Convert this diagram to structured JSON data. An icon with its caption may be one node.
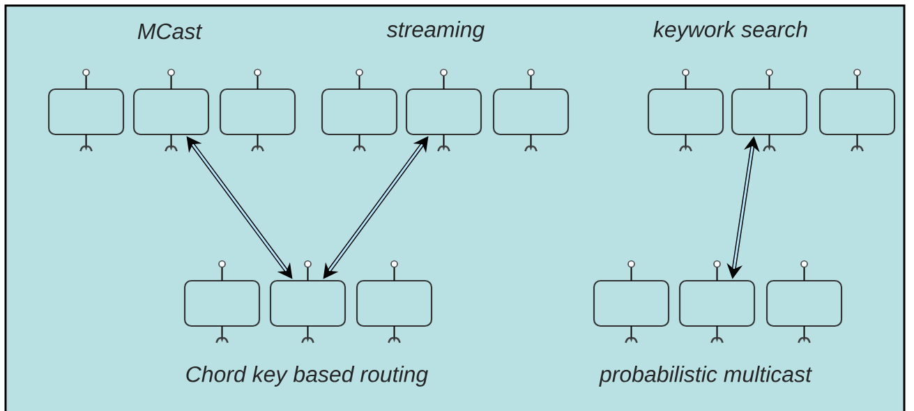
{
  "diagram": {
    "nodes": [
      {
        "text": [],
        "shape": "box"
      },
      {
        "text": [],
        "shape": "box"
      },
      {
        "text": [],
        "shape": "box"
      },
      {
        "text": [],
        "shape": "box"
      },
      {
        "text": [],
        "shape": "box"
      },
      {
        "text": [],
        "shape": "box"
      },
      {
        "text": [],
        "shape": "box"
      },
      {
        "text": [],
        "shape": "box"
      },
      {
        "text": [],
        "shape": "box"
      },
      {
        "text": [],
        "shape": "box"
      },
      {
        "text": [],
        "shape": "box"
      },
      {
        "text": [],
        "shape": "box"
      },
      {
        "text": [],
        "shape": "box"
      },
      {
        "text": [],
        "shape": "box"
      },
      {
        "text": [],
        "shape": "box"
      }
    ],
    "edges": [
      {
        "from": 1,
        "to": 10,
        "arrow": "both"
      },
      {
        "from": 4,
        "to": 10,
        "arrow": "both"
      },
      {
        "from": 7,
        "to": 13,
        "arrow": "both"
      }
    ],
    "labels": [
      "MCast",
      "streaming",
      "keywork search",
      "Chord key based routing",
      "probabilistic multicast"
    ]
  }
}
